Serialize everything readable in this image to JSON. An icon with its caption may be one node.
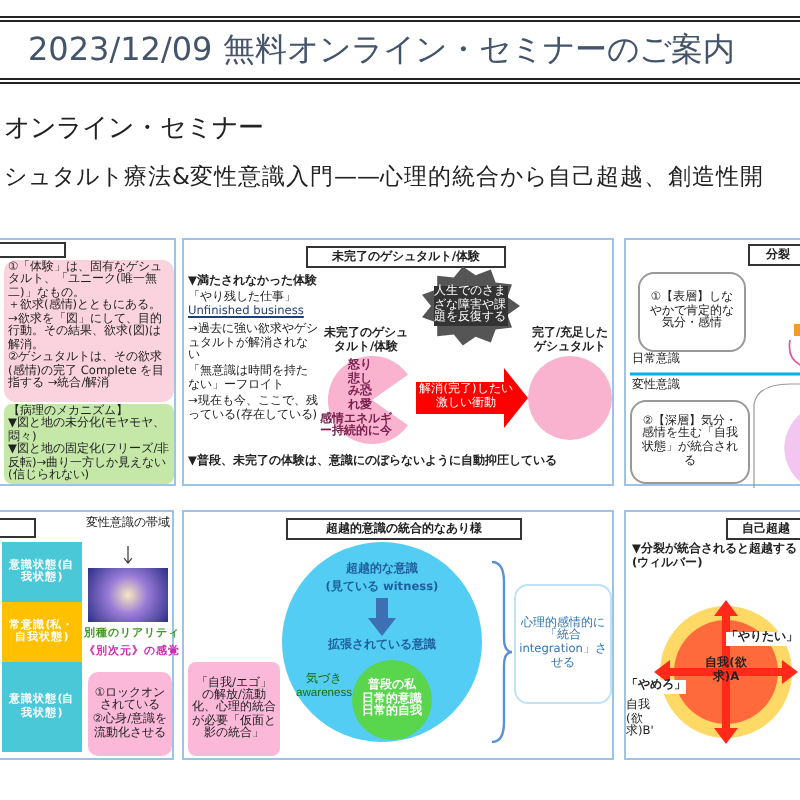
{
  "diagram": {
    "nodes": [
      {
        "text": [
          "2023/12/09 無料オンライン・セミナーのご案内"
        ]
      },
      {
        "text": [],
        "shape": "box"
      },
      {
        "text": [
          "①「体験」は、固有なゲシュタルト、「ユニーク(唯一無二)」なもの。",
          "＋欲求(感情)とともにある。",
          "→欲求を「図」にして、目的行動。その結果、欲求(図)は解消。",
          "②ゲシュタルトは、その欲求(感情)の完了 Complete を目指する →統合/解消"
        ],
        "in": 1
      },
      {
        "text": [
          "【病理のメカニズム】",
          "▼図と地の未分化(モヤモヤ、悶々)",
          "▼図と地の固定化(フリーズ/非反転)→曲り一方しか見えない(信じられない)"
        ],
        "in": 1
      },
      {
        "text": [
          "未完了のゲシュタルト/体験"
        ]
      },
      {
        "text": [
          "怒り悲しみ恐れ愛",
          "感情エネルギー持続的に今"
        ],
        "in": 4,
        "beside": [
          "未完了のゲシュタルト/体験"
        ]
      },
      {
        "text": [
          "人生でのさまざな障害や課題を反復する"
        ],
        "in": 4
      },
      {
        "text": [],
        "shape": "circle",
        "in": 4,
        "beside": [
          "完了/充足したゲシュタルト"
        ]
      },
      {
        "text": [
          "分裂"
        ]
      },
      {
        "text": [
          "①【表層】しなやかで肯定的な気分・感情"
        ],
        "in": 8
      },
      {
        "text": [
          "②【深層】気分・感情を生む「自我状態」が統合される"
        ],
        "in": 8
      },
      {
        "text": [],
        "shape": "box"
      },
      {
        "text": [
          "意識状態(自我状態)"
        ],
        "in": 11
      },
      {
        "text": [
          "常意識(私・自我状態)"
        ],
        "in": 11
      },
      {
        "text": [
          "意識状態(自我状態)"
        ],
        "in": 11
      },
      {
        "text": [],
        "shape": "picture",
        "in": 11
      },
      {
        "text": [
          "①ロックオンされている",
          "②心身/意識を流動化させる"
        ],
        "in": 11
      },
      {
        "text": [
          "超越的意識の統合的なあり様"
        ]
      },
      {
        "text": [
          "超越的な意識",
          "(見ている witness)",
          "拡張されている意識"
        ],
        "in": 17
      },
      {
        "text": [
          "普段の私",
          "日常的意識日常的自我"
        ],
        "in": 18,
        "beside": [
          "気づき awareness"
        ]
      },
      {
        "text": [
          "「自我/エゴ」の解放/流動化、心理的統合が必要「仮面と影の統合」"
        ],
        "in": 17
      },
      {
        "text": [
          "心理的感情的に「統合integration」させる"
        ],
        "in": 17
      },
      {
        "text": [
          "自己超越"
        ]
      },
      {
        "text": [
          "自我(欲求)A"
        ],
        "in": 22
      }
    ],
    "edges": [
      {
        "from": 5,
        "to": 7,
        "arrow": "to",
        "label": "解消(完了)したい激しい衝動"
      }
    ],
    "labels": [
      "オンライン・セミナー",
      "シュタルト療法&変性意識入門——心理的統合から自己超越、創造性開",
      "▼満たされなかった体験",
      "「やり残した仕事」",
      "Unfinished business",
      "→過去に強い欲求やゲシュタルトが解消されない",
      "「無意識は時間を持たない」ーフロイト",
      "→現在も今、ここで、残っている(存在している)",
      "▼普段、未完了の体験は、意識にのぼらないように自動抑圧している",
      "日常意識",
      "変性意識",
      "変性意識の帯域",
      "別種のリアリティ",
      "《別次元》の感覚",
      "▼分裂が統合されると超越する(ウィルバー)",
      "「やりたい」",
      "「やめろ」",
      "自我(欲求)B'"
    ]
  }
}
